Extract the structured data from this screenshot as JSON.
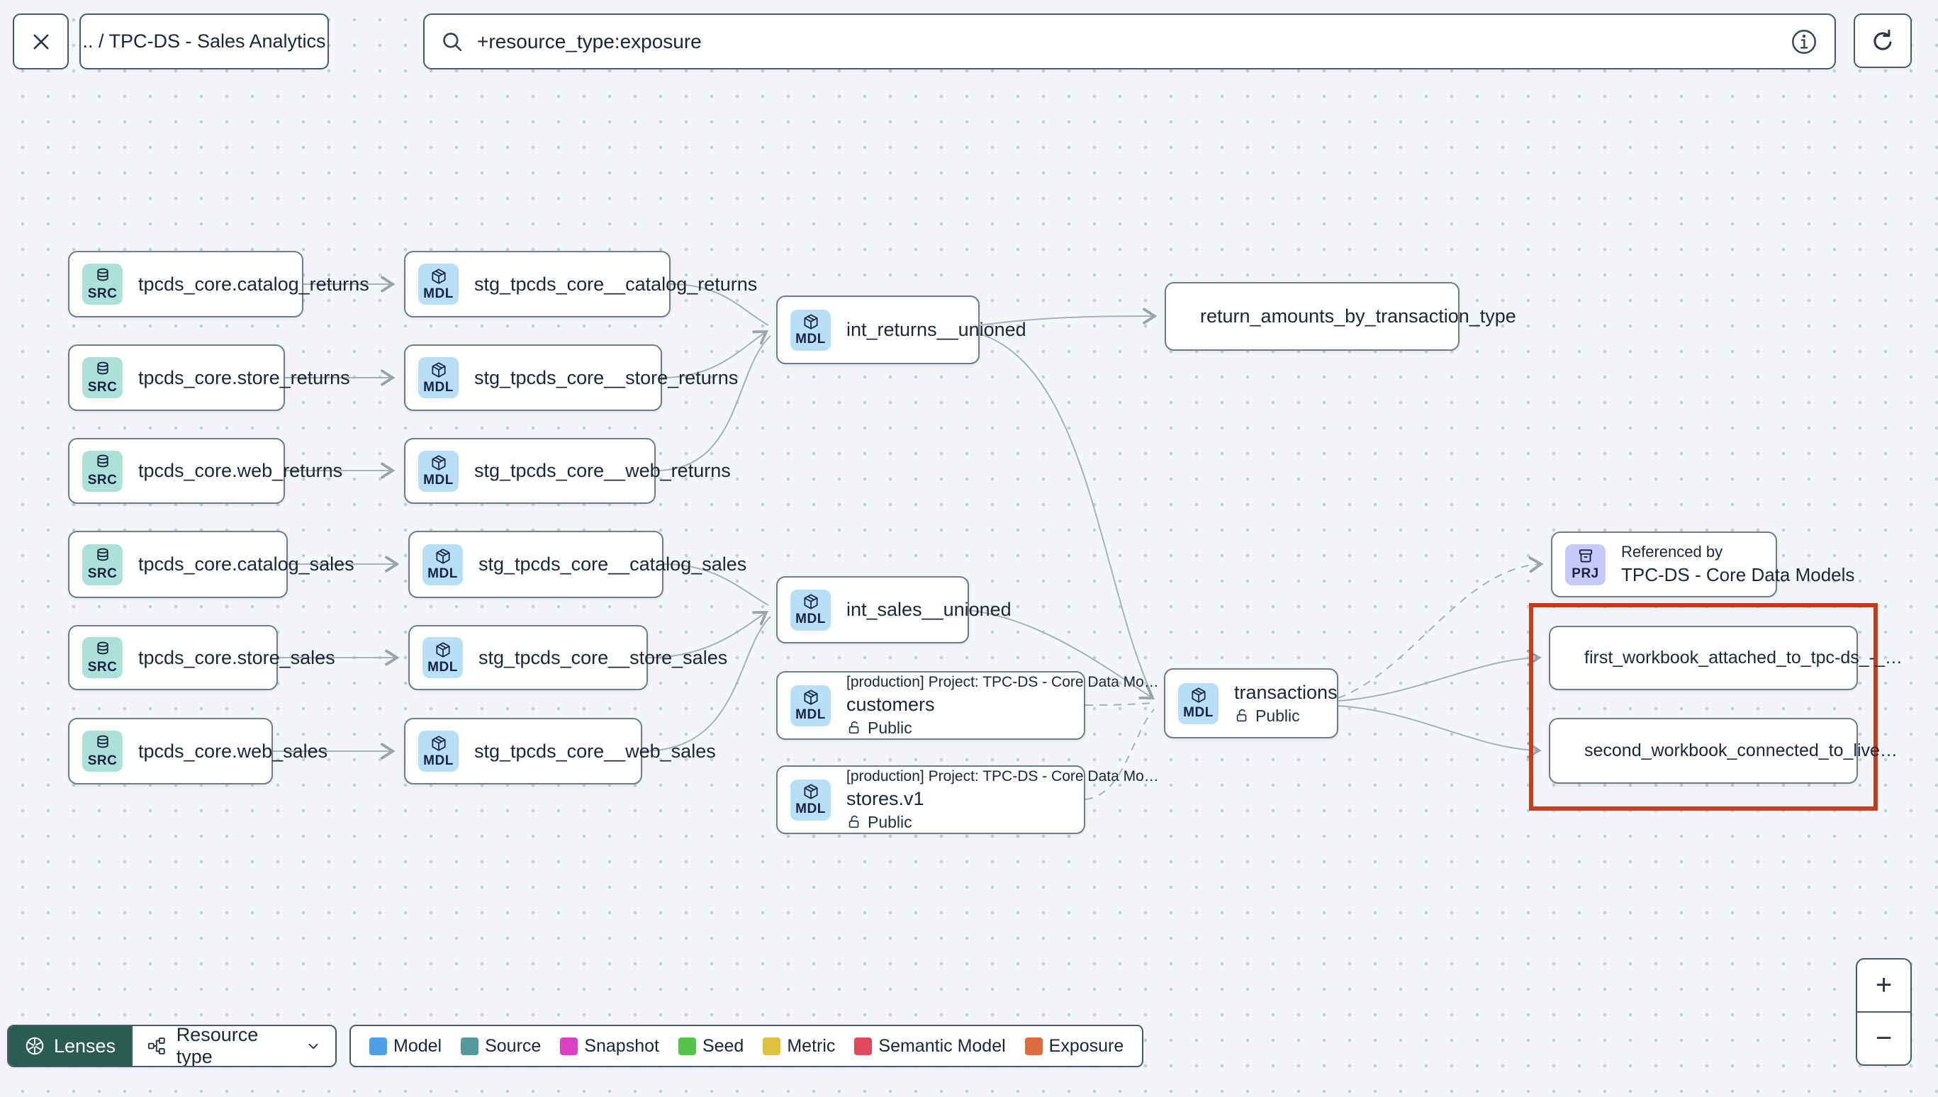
{
  "topbar": {
    "breadcrumb": ".. / TPC-DS - Sales Analytics",
    "search_value": "+resource_type:exposure"
  },
  "nodes": {
    "src_catalog_returns": {
      "badge": "SRC",
      "label": "tpcds_core.catalog_returns"
    },
    "src_store_returns": {
      "badge": "SRC",
      "label": "tpcds_core.store_returns"
    },
    "src_web_returns": {
      "badge": "SRC",
      "label": "tpcds_core.web_returns"
    },
    "src_catalog_sales": {
      "badge": "SRC",
      "label": "tpcds_core.catalog_sales"
    },
    "src_store_sales": {
      "badge": "SRC",
      "label": "tpcds_core.store_sales"
    },
    "src_web_sales": {
      "badge": "SRC",
      "label": "tpcds_core.web_sales"
    },
    "stg_catalog_returns": {
      "badge": "MDL",
      "label": "stg_tpcds_core__catalog_returns"
    },
    "stg_store_returns": {
      "badge": "MDL",
      "label": "stg_tpcds_core__store_returns"
    },
    "stg_web_returns": {
      "badge": "MDL",
      "label": "stg_tpcds_core__web_returns"
    },
    "stg_catalog_sales": {
      "badge": "MDL",
      "label": "stg_tpcds_core__catalog_sales"
    },
    "stg_store_sales": {
      "badge": "MDL",
      "label": "stg_tpcds_core__store_sales"
    },
    "stg_web_sales": {
      "badge": "MDL",
      "label": "stg_tpcds_core__web_sales"
    },
    "int_returns": {
      "badge": "MDL",
      "label": "int_returns__unioned"
    },
    "int_sales": {
      "badge": "MDL",
      "label": "int_sales__unioned"
    },
    "customers": {
      "badge": "MDL",
      "project": "[production] Project: TPC-DS - Core Data Mo…",
      "label": "customers",
      "access": "Public"
    },
    "stores": {
      "badge": "MDL",
      "project": "[production] Project: TPC-DS - Core Data Mo…",
      "label": "stores.v1",
      "access": "Public"
    },
    "transactions": {
      "badge": "MDL",
      "label": "transactions",
      "access": "Public"
    },
    "exposure_returns": {
      "label": "return_amounts_by_transaction_type"
    },
    "referenced_by": {
      "badge": "PRJ",
      "title": "Referenced by",
      "label": "TPC-DS - Core Data Models"
    },
    "workbook_first": {
      "label": "first_workbook_attached_to_tpc-ds_-_…"
    },
    "workbook_second": {
      "label": "second_workbook_connected_to_live…"
    }
  },
  "footer": {
    "lenses_label": "Lenses",
    "resource_type_label": "Resource type",
    "legend": [
      {
        "label": "Model",
        "color": "#4E9FE9"
      },
      {
        "label": "Source",
        "color": "#56989E"
      },
      {
        "label": "Snapshot",
        "color": "#D841C4"
      },
      {
        "label": "Seed",
        "color": "#57C44A"
      },
      {
        "label": "Metric",
        "color": "#DFC13F"
      },
      {
        "label": "Semantic Model",
        "color": "#DF4A5E"
      },
      {
        "label": "Exposure",
        "color": "#DC6B3D"
      }
    ]
  },
  "zoom_controls": {
    "zoom_in": "+",
    "zoom_out": "−"
  },
  "colors": {
    "highlight_box": "#C93A1B",
    "edge": "#A9AFBB",
    "lenses_bg": "#2A5C50"
  }
}
